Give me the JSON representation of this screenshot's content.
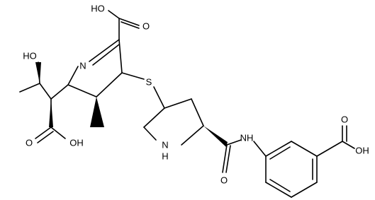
{
  "molecule": {
    "atom_labels": {
      "top_acid": "HO",
      "top_acid_o": "O",
      "hydroxyl": "HO",
      "ring_n": "N",
      "sulfur": "S",
      "methyl_h": "",
      "lower_acid_o": "O",
      "lower_acid_oh": "OH",
      "pyrrolidine_nh": "N",
      "pyrrolidine_h": "H",
      "amide_o": "O",
      "amide_nh": "NH",
      "aryl_acid_o": "O",
      "aryl_acid_oh": "OH"
    }
  }
}
